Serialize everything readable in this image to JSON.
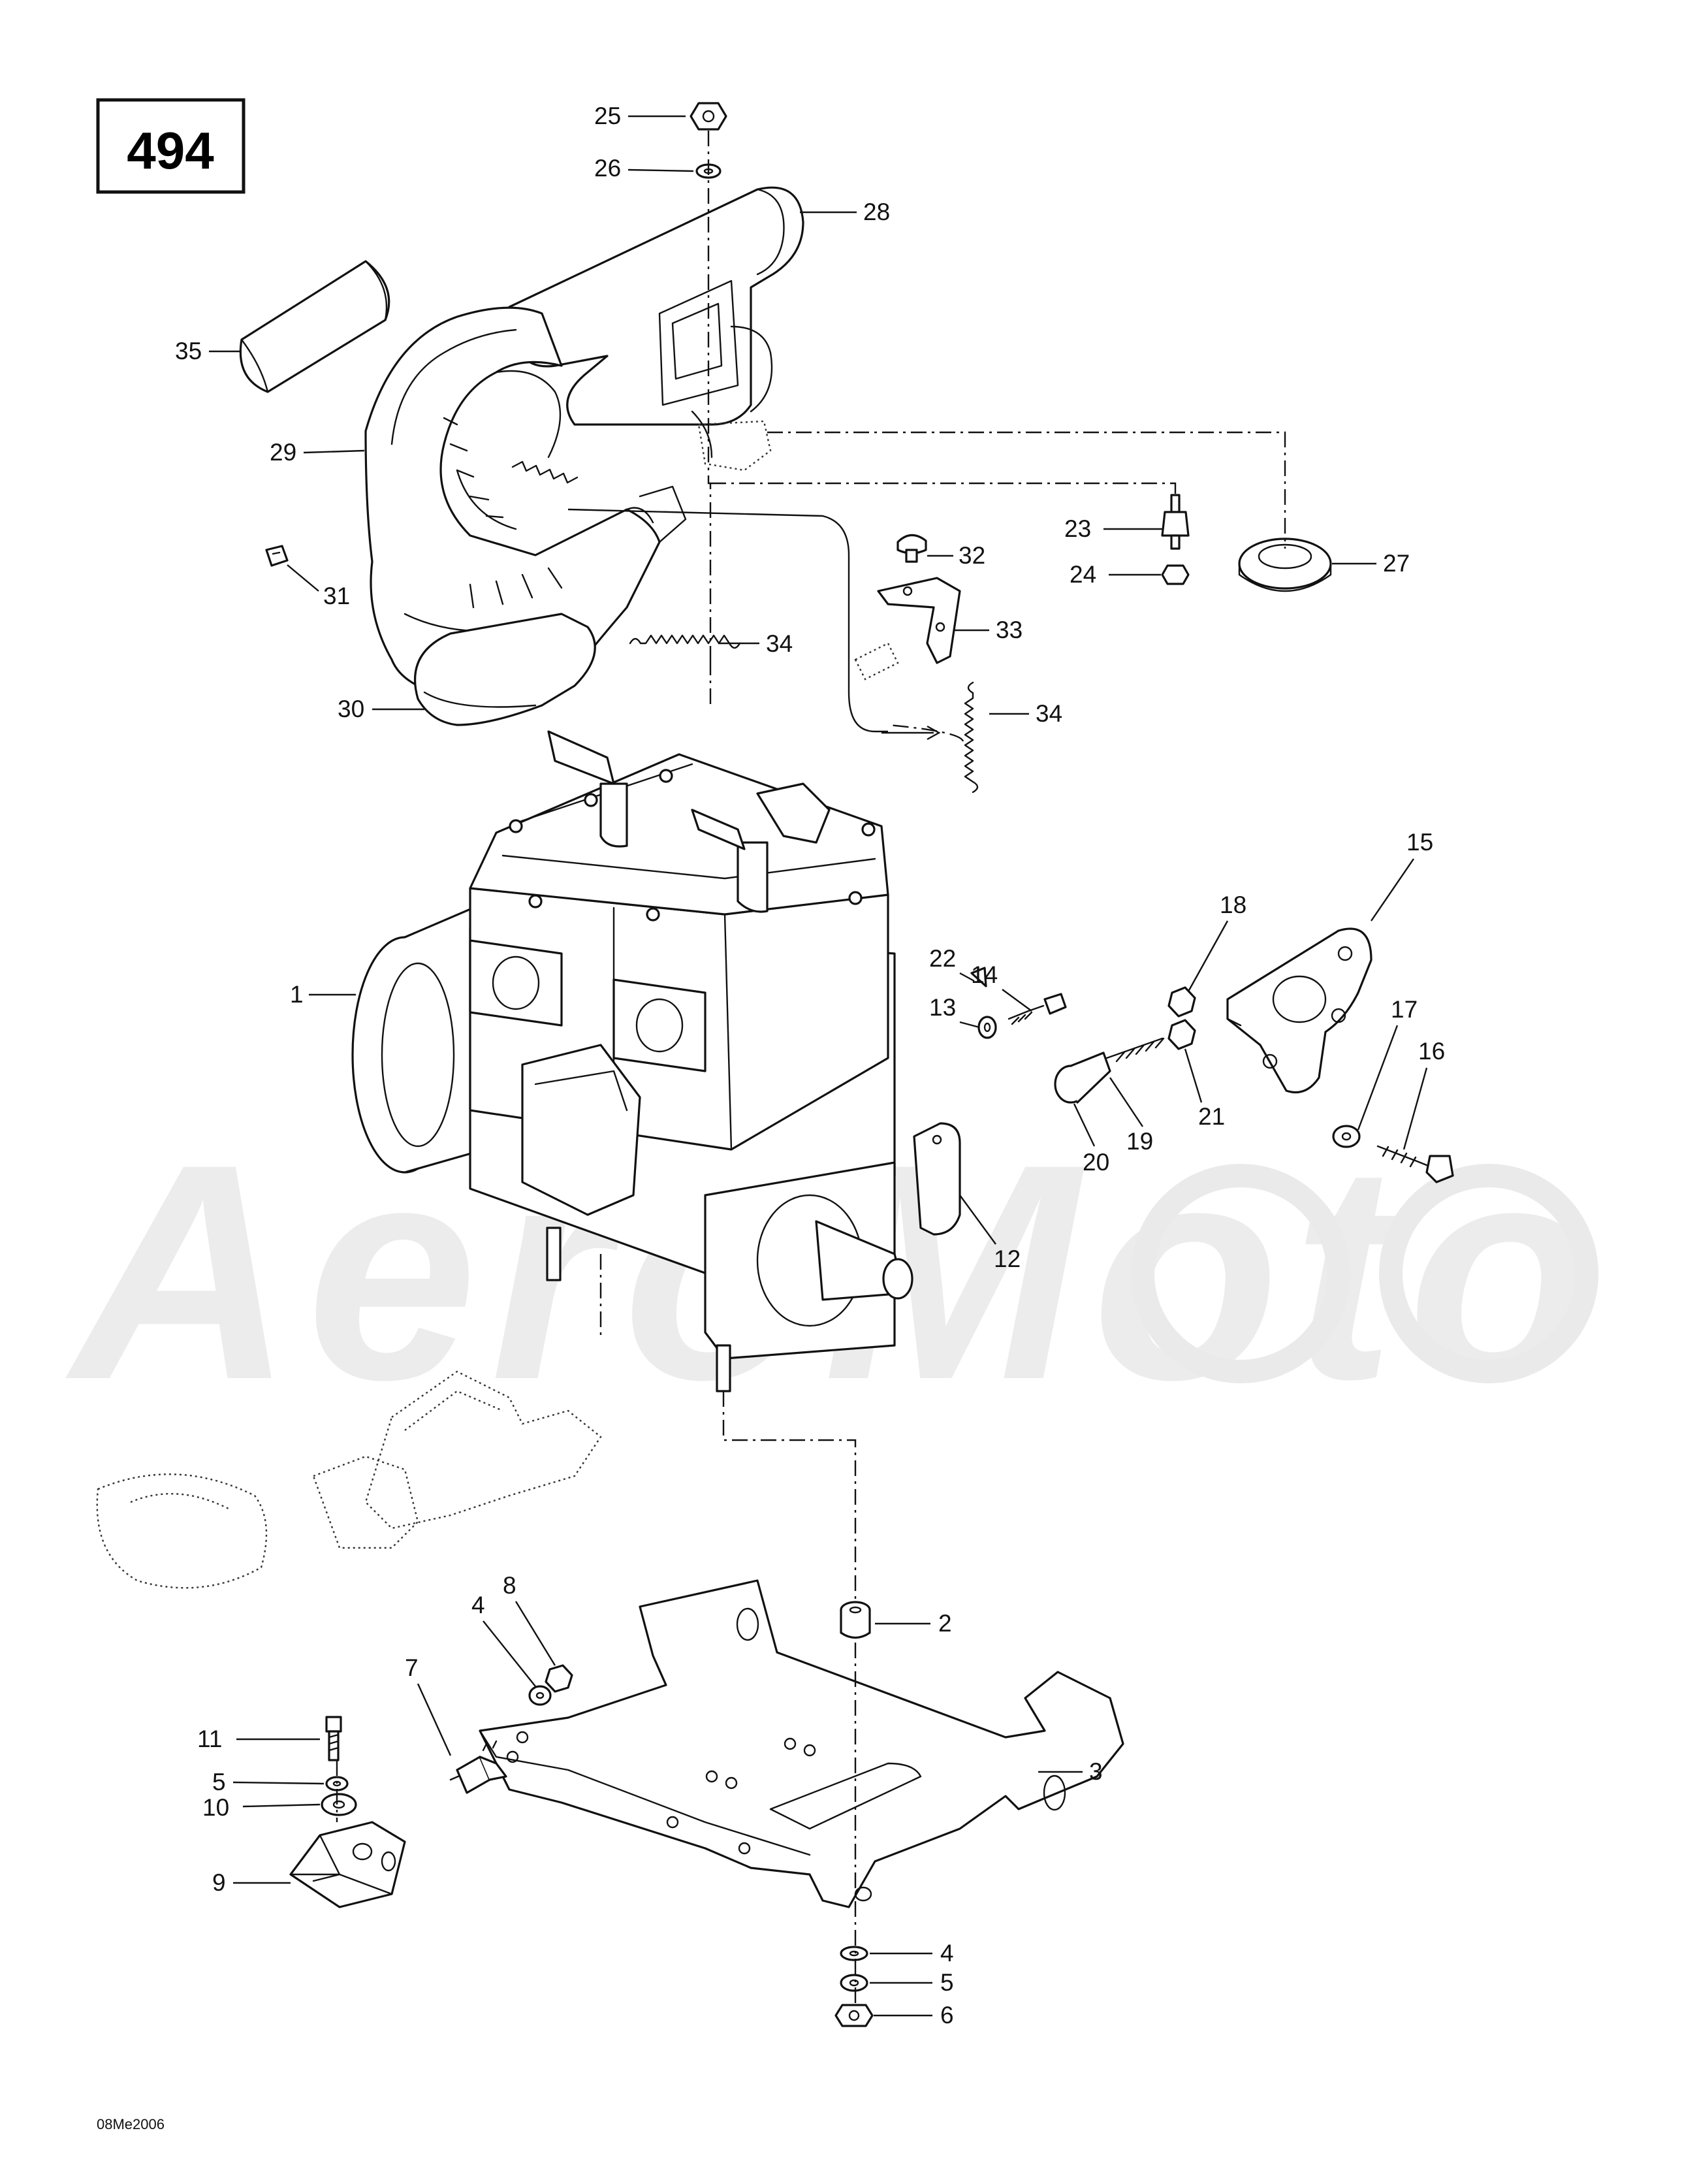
{
  "diagram_number": "494",
  "drawing_code": "08Me2006",
  "watermark_text": "AeroMoto",
  "callouts": [
    {
      "id": "1",
      "label": "1"
    },
    {
      "id": "2",
      "label": "2"
    },
    {
      "id": "3",
      "label": "3"
    },
    {
      "id": "4a",
      "label": "4"
    },
    {
      "id": "4b",
      "label": "4"
    },
    {
      "id": "5a",
      "label": "5"
    },
    {
      "id": "5b",
      "label": "5"
    },
    {
      "id": "6",
      "label": "6"
    },
    {
      "id": "7",
      "label": "7"
    },
    {
      "id": "8",
      "label": "8"
    },
    {
      "id": "9",
      "label": "9"
    },
    {
      "id": "10",
      "label": "10"
    },
    {
      "id": "11",
      "label": "11"
    },
    {
      "id": "12",
      "label": "12"
    },
    {
      "id": "13",
      "label": "13"
    },
    {
      "id": "14",
      "label": "14"
    },
    {
      "id": "15",
      "label": "15"
    },
    {
      "id": "16",
      "label": "16"
    },
    {
      "id": "17",
      "label": "17"
    },
    {
      "id": "18",
      "label": "18"
    },
    {
      "id": "19",
      "label": "19"
    },
    {
      "id": "20",
      "label": "20"
    },
    {
      "id": "21",
      "label": "21"
    },
    {
      "id": "22",
      "label": "22"
    },
    {
      "id": "23",
      "label": "23"
    },
    {
      "id": "24",
      "label": "24"
    },
    {
      "id": "25",
      "label": "25"
    },
    {
      "id": "26",
      "label": "26"
    },
    {
      "id": "27",
      "label": "27"
    },
    {
      "id": "28",
      "label": "28"
    },
    {
      "id": "29",
      "label": "29"
    },
    {
      "id": "30",
      "label": "30"
    },
    {
      "id": "31",
      "label": "31"
    },
    {
      "id": "32",
      "label": "32"
    },
    {
      "id": "33",
      "label": "33"
    },
    {
      "id": "34a",
      "label": "34"
    },
    {
      "id": "34b",
      "label": "34"
    },
    {
      "id": "35",
      "label": "35"
    }
  ]
}
